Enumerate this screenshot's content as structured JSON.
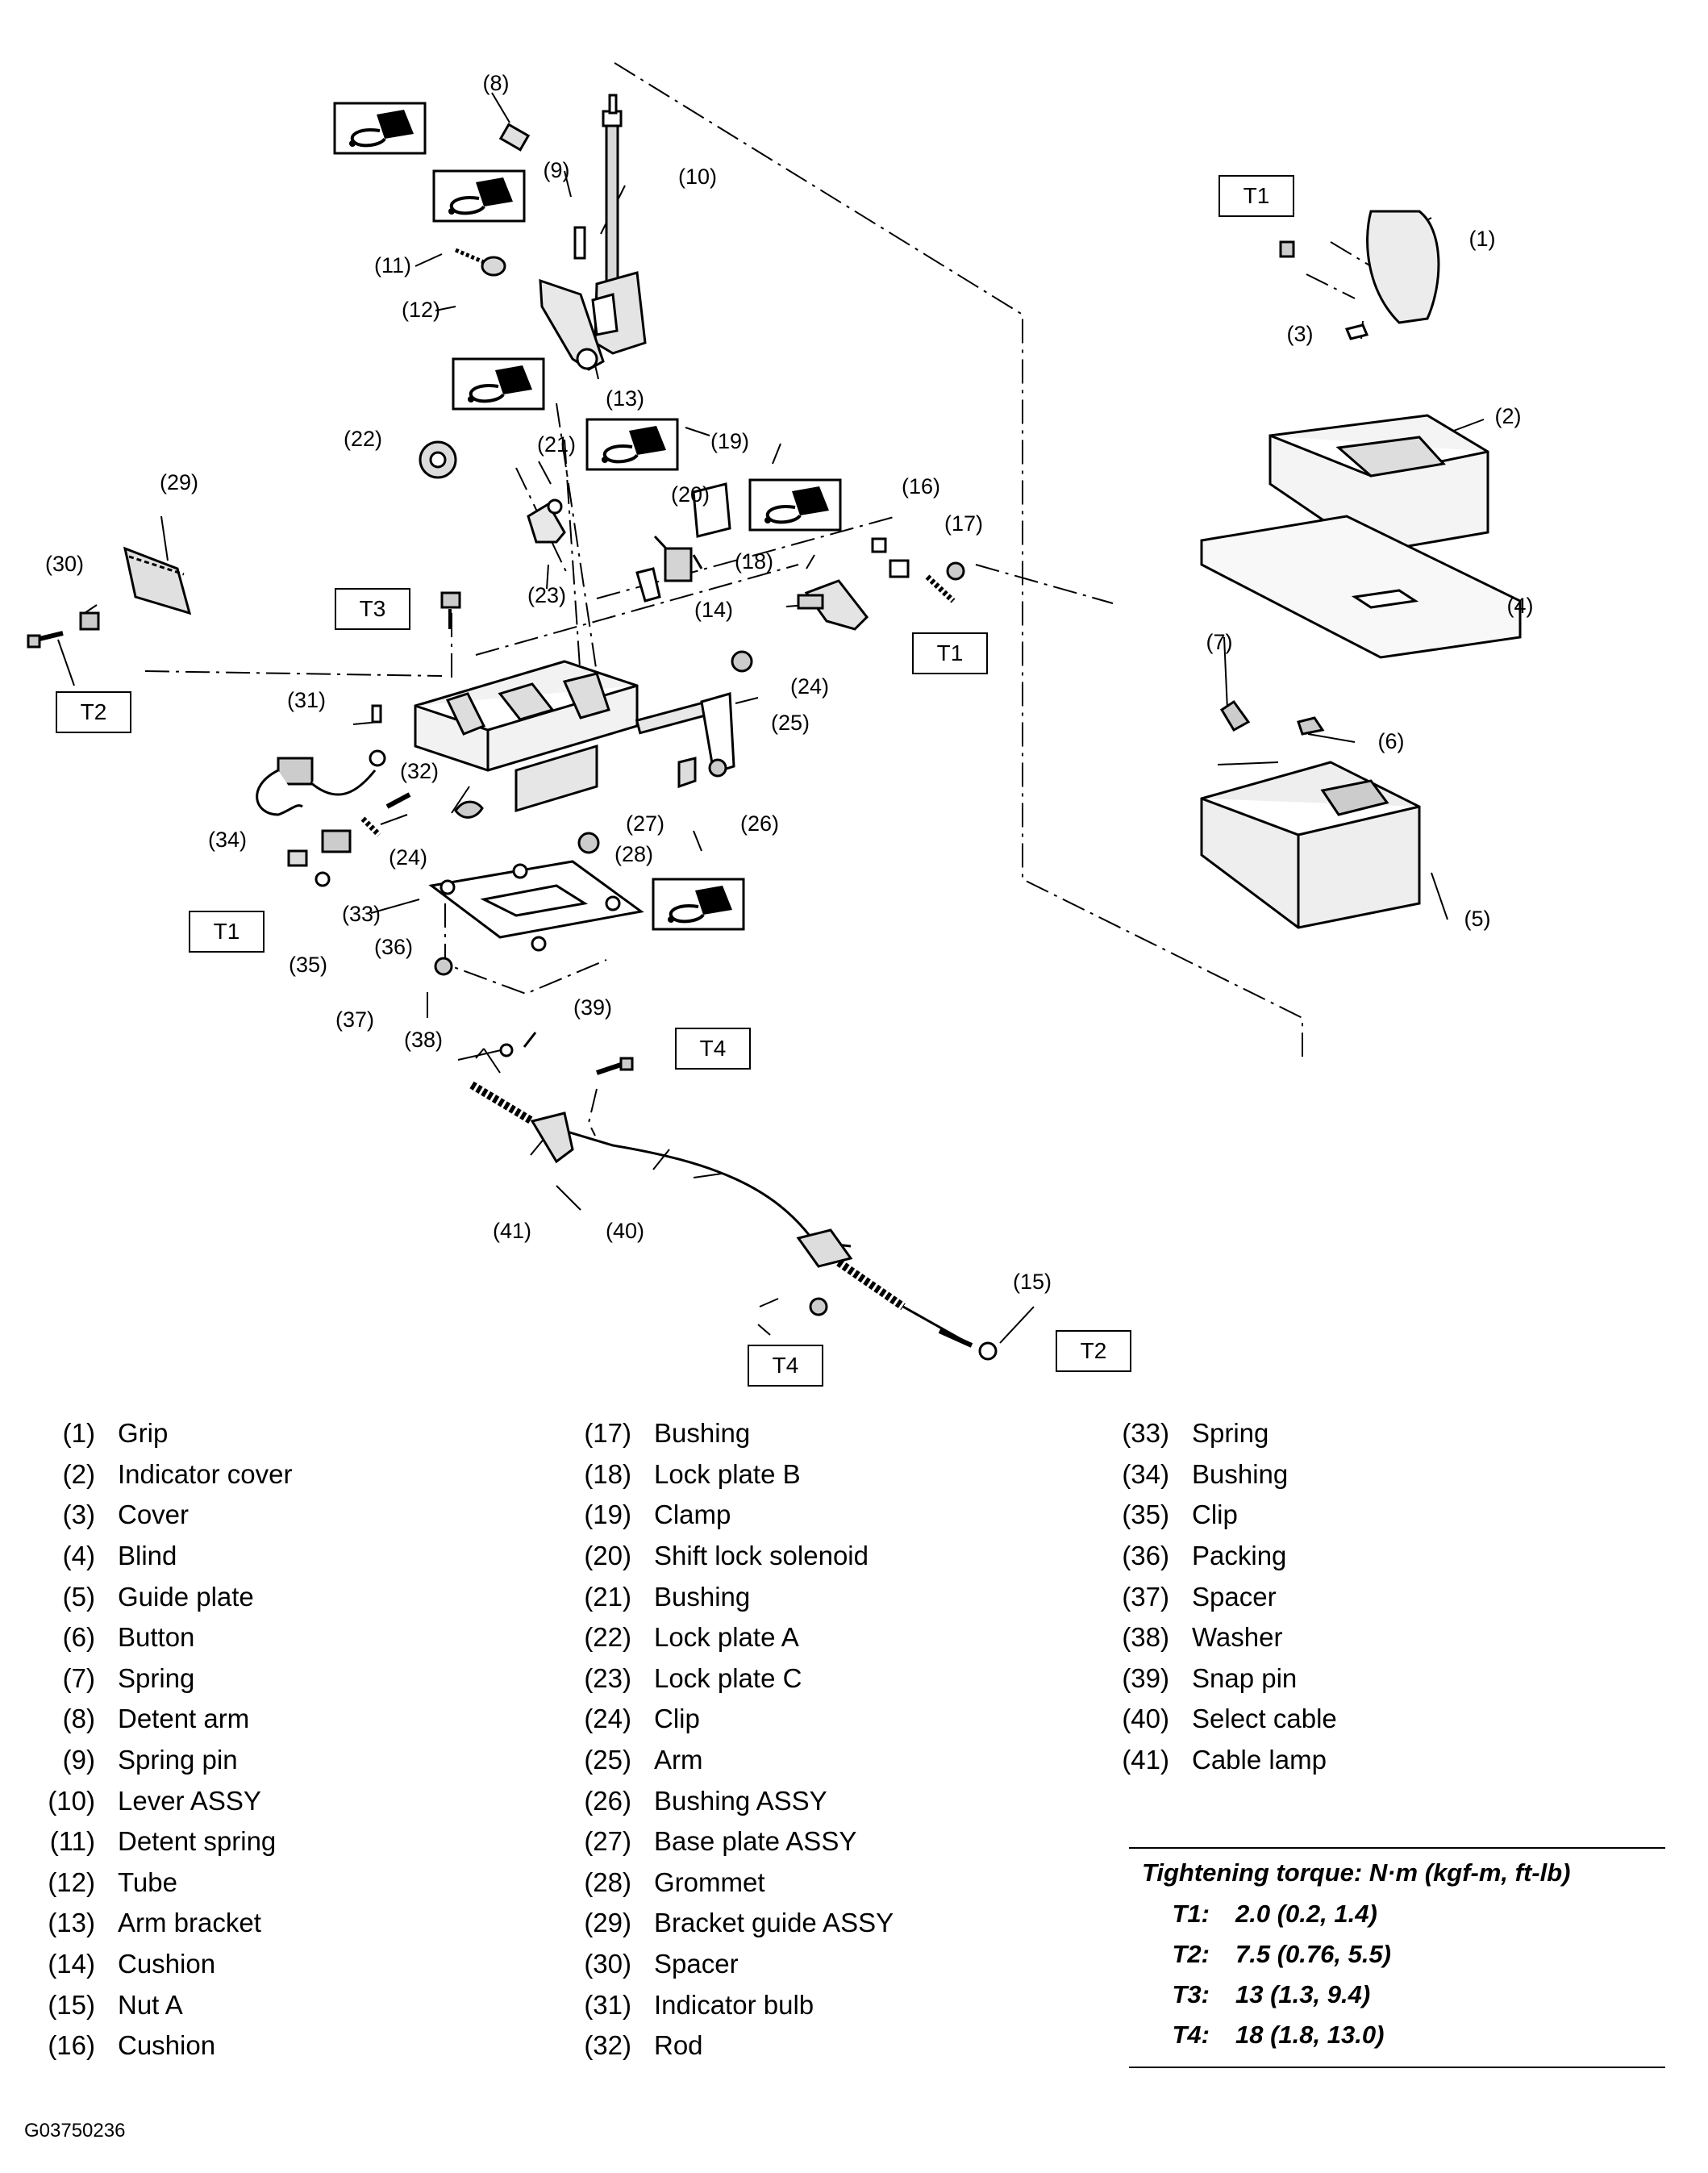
{
  "parts": [
    {
      "num": "(1)",
      "name": "Grip"
    },
    {
      "num": "(2)",
      "name": "Indicator cover"
    },
    {
      "num": "(3)",
      "name": "Cover"
    },
    {
      "num": "(4)",
      "name": "Blind"
    },
    {
      "num": "(5)",
      "name": "Guide plate"
    },
    {
      "num": "(6)",
      "name": "Button"
    },
    {
      "num": "(7)",
      "name": "Spring"
    },
    {
      "num": "(8)",
      "name": "Detent arm"
    },
    {
      "num": "(9)",
      "name": "Spring pin"
    },
    {
      "num": "(10)",
      "name": "Lever ASSY"
    },
    {
      "num": "(11)",
      "name": "Detent spring"
    },
    {
      "num": "(12)",
      "name": "Tube"
    },
    {
      "num": "(13)",
      "name": "Arm bracket"
    },
    {
      "num": "(14)",
      "name": "Cushion"
    },
    {
      "num": "(15)",
      "name": "Nut A"
    },
    {
      "num": "(16)",
      "name": "Cushion"
    },
    {
      "num": "(17)",
      "name": "Bushing"
    },
    {
      "num": "(18)",
      "name": "Lock plate B"
    },
    {
      "num": "(19)",
      "name": "Clamp"
    },
    {
      "num": "(20)",
      "name": "Shift lock solenoid"
    },
    {
      "num": "(21)",
      "name": "Bushing"
    },
    {
      "num": "(22)",
      "name": "Lock plate A"
    },
    {
      "num": "(23)",
      "name": "Lock plate C"
    },
    {
      "num": "(24)",
      "name": "Clip"
    },
    {
      "num": "(25)",
      "name": "Arm"
    },
    {
      "num": "(26)",
      "name": "Bushing ASSY"
    },
    {
      "num": "(27)",
      "name": "Base plate ASSY"
    },
    {
      "num": "(28)",
      "name": "Grommet"
    },
    {
      "num": "(29)",
      "name": "Bracket guide ASSY"
    },
    {
      "num": "(30)",
      "name": "Spacer"
    },
    {
      "num": "(31)",
      "name": "Indicator bulb"
    },
    {
      "num": "(32)",
      "name": "Rod"
    },
    {
      "num": "(33)",
      "name": "Spring"
    },
    {
      "num": "(34)",
      "name": "Bushing"
    },
    {
      "num": "(35)",
      "name": "Clip"
    },
    {
      "num": "(36)",
      "name": "Packing"
    },
    {
      "num": "(37)",
      "name": "Spacer"
    },
    {
      "num": "(38)",
      "name": "Washer"
    },
    {
      "num": "(39)",
      "name": "Snap pin"
    },
    {
      "num": "(40)",
      "name": "Select cable"
    },
    {
      "num": "(41)",
      "name": "Cable lamp"
    }
  ],
  "torque": {
    "title": "Tightening torque: N·m (kgf-m, ft-lb)",
    "rows": [
      {
        "code": "T1:",
        "value": "2.0 (0.2, 1.4)"
      },
      {
        "code": "T2:",
        "value": "7.5 (0.76, 5.5)"
      },
      {
        "code": "T3:",
        "value": "13 (1.3, 9.4)"
      },
      {
        "code": "T4:",
        "value": "18 (1.8, 13.0)"
      }
    ]
  },
  "diagram": {
    "callouts": {
      "c1": "(1)",
      "c2": "(2)",
      "c3": "(3)",
      "c4": "(4)",
      "c5": "(5)",
      "c6": "(6)",
      "c7": "(7)",
      "c8": "(8)",
      "c9": "(9)",
      "c10": "(10)",
      "c11": "(11)",
      "c12": "(12)",
      "c13": "(13)",
      "c14": "(14)",
      "c15": "(15)",
      "c16": "(16)",
      "c17": "(17)",
      "c18": "(18)",
      "c19": "(19)",
      "c20": "(20)",
      "c21": "(21)",
      "c22": "(22)",
      "c23": "(23)",
      "c24": "(24)",
      "c25": "(25)",
      "c26": "(26)",
      "c27": "(27)",
      "c28": "(28)",
      "c29": "(29)",
      "c30": "(30)",
      "c31": "(31)",
      "c32": "(32)",
      "c33": "(33)",
      "c34": "(34)",
      "c35": "(35)",
      "c36": "(36)",
      "c37": "(37)",
      "c38": "(38)",
      "c39": "(39)",
      "c40": "(40)",
      "c41": "(41)"
    },
    "torque_tags": {
      "t1": "T1",
      "t2": "T2",
      "t3": "T3",
      "t4": "T4"
    }
  },
  "figure_id": "G03750236"
}
